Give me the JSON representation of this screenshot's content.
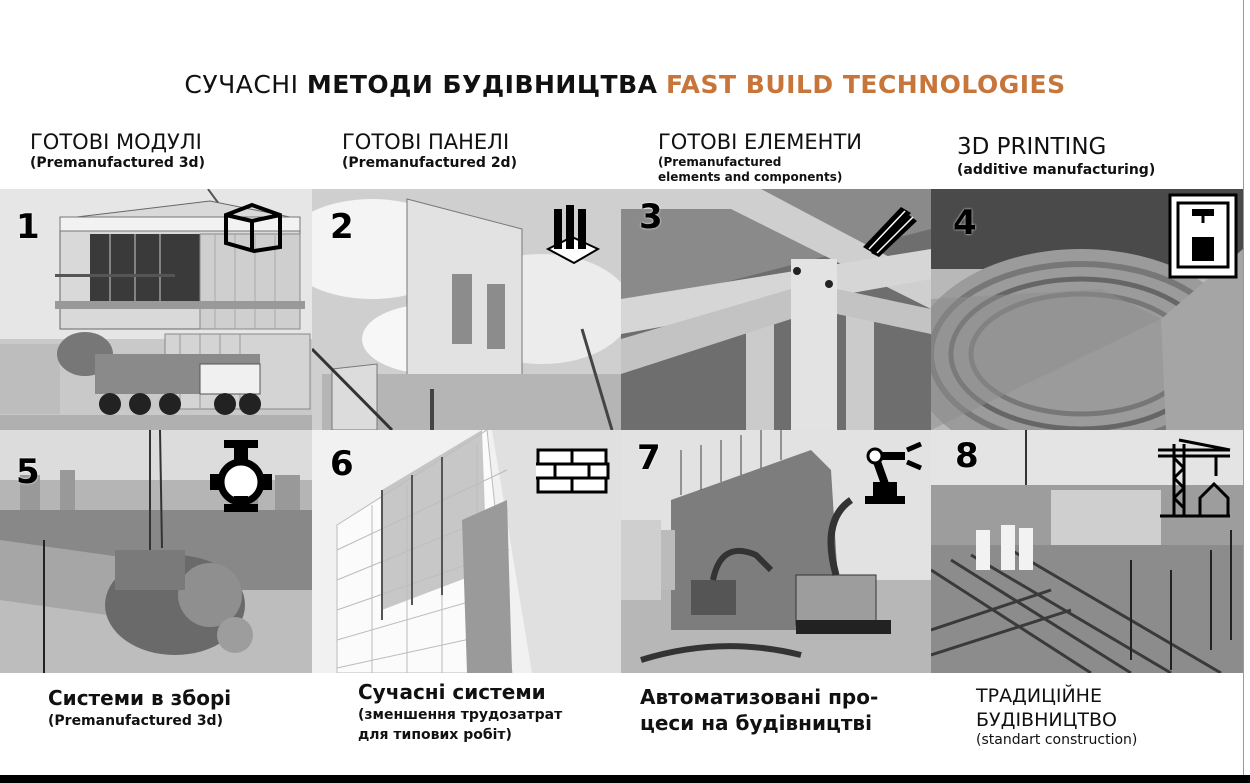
{
  "title": {
    "part1": "СУЧАСНІ",
    "part2": "МЕТОДИ БУДІВНИЦТВА",
    "part3": "FAST BUILD TECHNOLOGIES",
    "accent_color": "#c8753b"
  },
  "columns": [
    {
      "heading": "ГОТОВІ МОДУЛІ",
      "sub": "(Premanufactured 3d)"
    },
    {
      "heading": "ГОТОВІ ПАНЕЛІ",
      "sub": "(Premanufactured 2d)"
    },
    {
      "heading": "ГОТОВІ ЕЛЕМЕНТИ",
      "sub1": "(Premanufactured",
      "sub2": "elements and components)"
    },
    {
      "heading": "3D PRINTING",
      "sub": "(additive manufacturing)"
    }
  ],
  "tiles": [
    {
      "number": "1",
      "icon": "module-box-icon"
    },
    {
      "number": "2",
      "icon": "wall-panels-icon"
    },
    {
      "number": "3",
      "icon": "timber-beams-icon"
    },
    {
      "number": "4",
      "icon": "3d-printer-icon"
    },
    {
      "number": "5",
      "icon": "pump-icon"
    },
    {
      "number": "6",
      "icon": "brick-wall-icon"
    },
    {
      "number": "7",
      "icon": "robot-arm-icon"
    },
    {
      "number": "8",
      "icon": "tower-crane-icon"
    }
  ],
  "captions": [
    {
      "heading": "Системи в зборі",
      "sub": "(Premanufactured 3d)"
    },
    {
      "heading": "Сучасні системи",
      "sub1": "(зменшення трудозатрат",
      "sub2": "для типових робіт)"
    },
    {
      "line1": "Автоматизовані про-",
      "line2": "цеси на будівництві"
    },
    {
      "line1": "ТРАДИЦІЙНЕ",
      "line2": "БУДІВНИЦТВО",
      "sub": "(standart construction)"
    }
  ]
}
